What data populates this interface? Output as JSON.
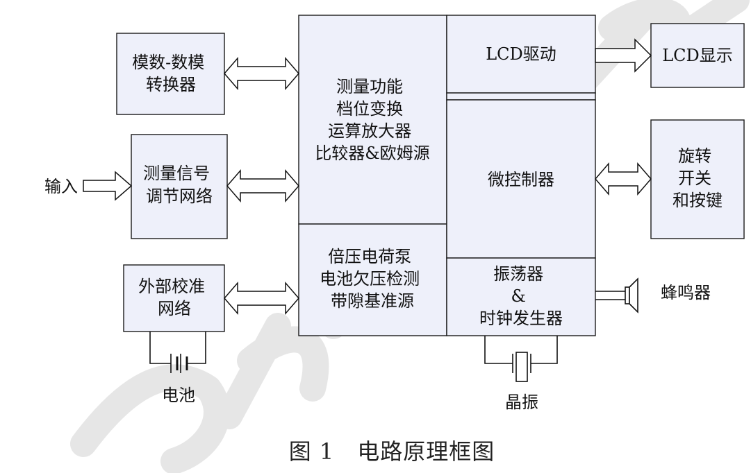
{
  "blocks": {
    "adc_dac": [
      "模数-数模",
      "转换器"
    ],
    "measure_signal": [
      "测量信号",
      "调节网络"
    ],
    "ext_calib": [
      "外部校准",
      "网络"
    ],
    "measure_core": [
      "测量功能",
      "档位变换",
      "运算放大器",
      "比较器&欧姆源"
    ],
    "power_ref": [
      "倍压电荷泵",
      "电池欠压检测",
      "带隙基准源"
    ],
    "lcd_driver": [
      "LCD驱动"
    ],
    "mcu": [
      "微控制器"
    ],
    "osc_clock": [
      "振荡器",
      "&",
      "时钟发生器"
    ],
    "lcd_display": [
      "LCD显示"
    ],
    "rotary_keys": [
      "旋转",
      "开关",
      "和按键"
    ]
  },
  "labels": {
    "input": "输入",
    "battery": "电池",
    "crystal": "晶振",
    "buzzer": "蜂鸣器"
  },
  "caption": "图 1　电路原理框图"
}
